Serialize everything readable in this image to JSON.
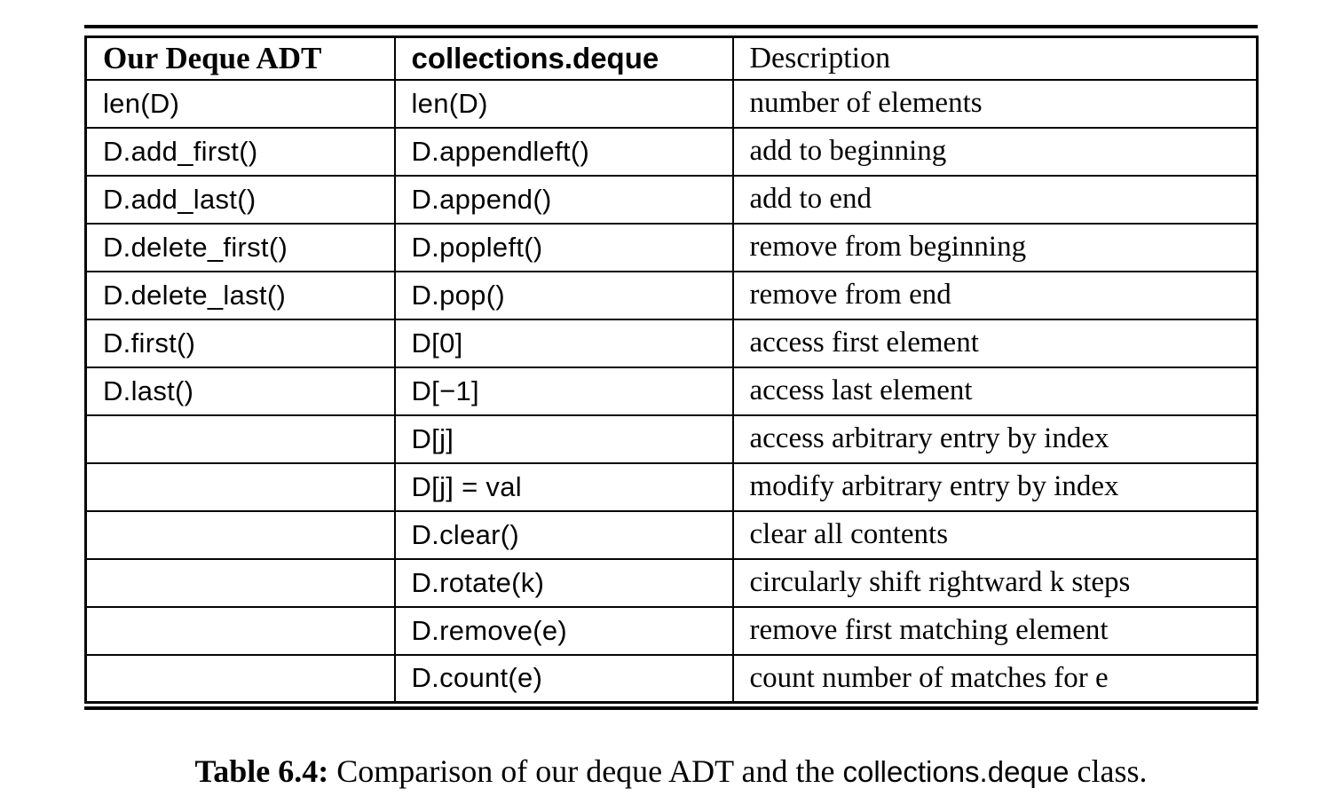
{
  "colors": {
    "background": "#ffffff",
    "text": "#040404",
    "rule": "#040404"
  },
  "table": {
    "headers": {
      "adt": "Our Deque ADT",
      "deque": "collections.deque",
      "desc": "Description"
    },
    "rows": [
      {
        "adt": "len(D)",
        "deque": "len(D)",
        "desc": "number of elements"
      },
      {
        "adt": "D.add_first()",
        "deque": "D.appendleft()",
        "desc": "add to beginning"
      },
      {
        "adt": "D.add_last()",
        "deque": "D.append()",
        "desc": "add to end"
      },
      {
        "adt": "D.delete_first()",
        "deque": "D.popleft()",
        "desc": "remove from beginning"
      },
      {
        "adt": "D.delete_last()",
        "deque": "D.pop()",
        "desc": "remove from end"
      },
      {
        "adt": "D.first()",
        "deque": "D[0]",
        "desc": "access first element"
      },
      {
        "adt": "D.last()",
        "deque": "D[−1]",
        "desc": "access last element"
      },
      {
        "adt": "",
        "deque": "D[j]",
        "desc": "access arbitrary entry by index"
      },
      {
        "adt": "",
        "deque": "D[j] = val",
        "desc": "modify arbitrary entry by index"
      },
      {
        "adt": "",
        "deque": "D.clear()",
        "desc": "clear all contents"
      },
      {
        "adt": "",
        "deque": "D.rotate(k)",
        "desc": "circularly shift rightward k steps"
      },
      {
        "adt": "",
        "deque": "D.remove(e)",
        "desc": "remove first matching element"
      },
      {
        "adt": "",
        "deque": "D.count(e)",
        "desc": "count number of matches for e"
      }
    ]
  },
  "caption": {
    "label": "Table 6.4:",
    "before": "Comparison of our deque ADT and the",
    "code": "collections.deque",
    "after": "class."
  }
}
